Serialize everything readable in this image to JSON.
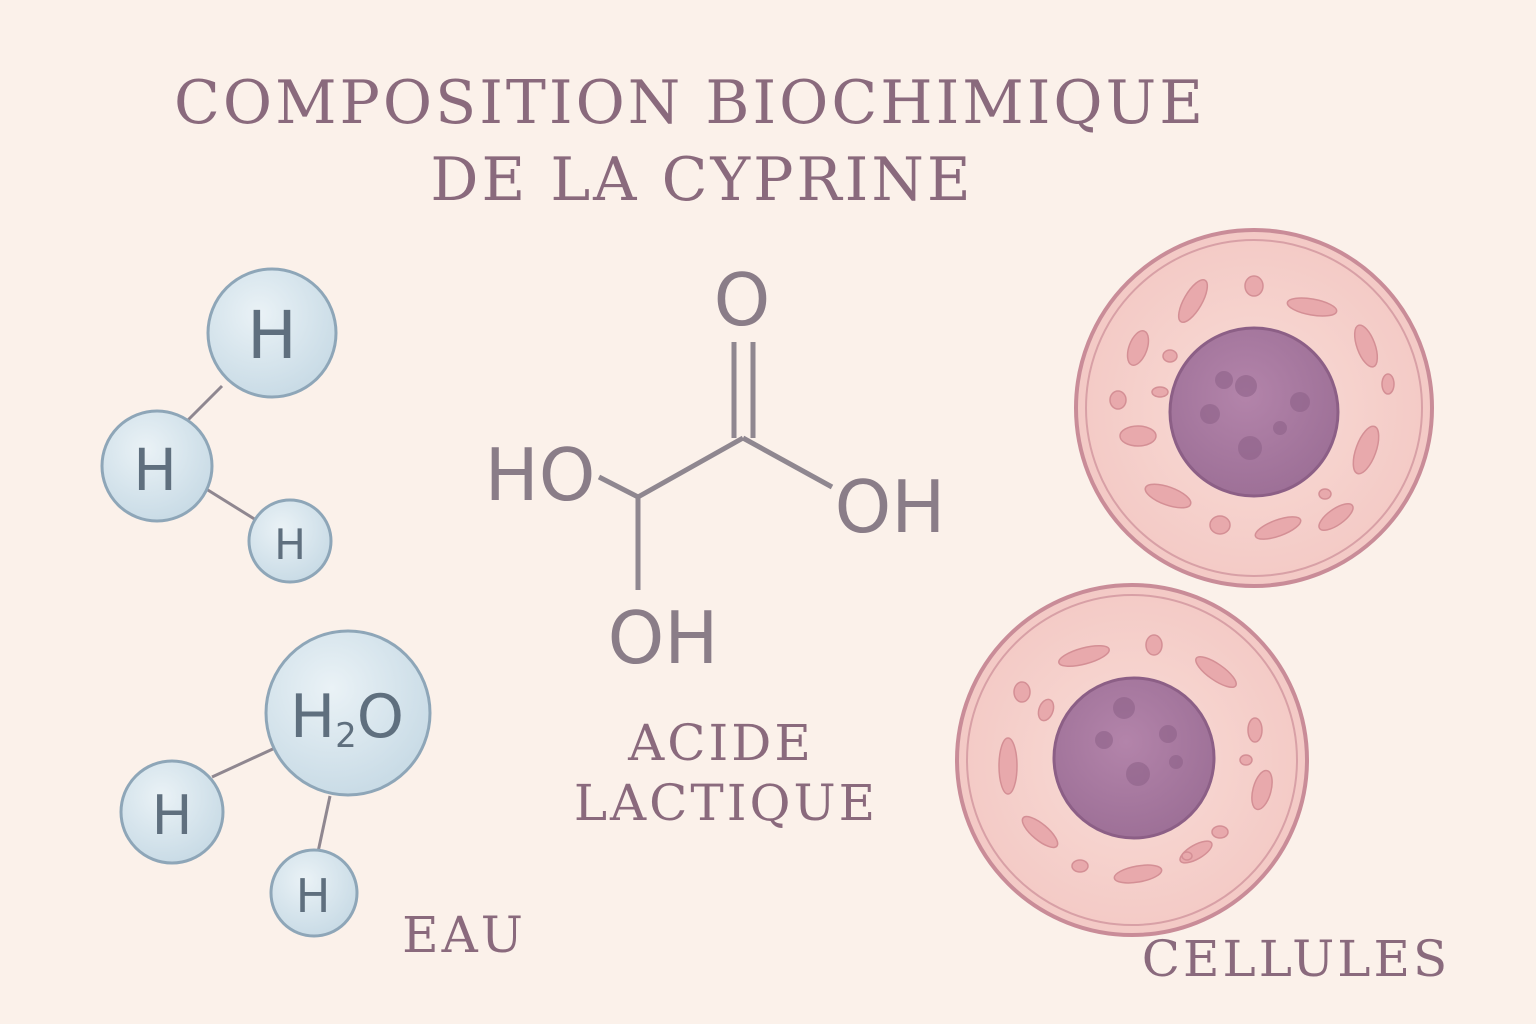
{
  "title": {
    "line1": "COMPOSITION BIOCHIMIQUE",
    "line2": "DE LA CYPRINE"
  },
  "hydrogen_cluster": {
    "atom_top": "H",
    "atom_middle": "H",
    "atom_bottom": "H"
  },
  "water": {
    "molecule_main": "H",
    "molecule_sub": "2",
    "molecule_tail": "O",
    "atom_left": "H",
    "atom_bottom": "H",
    "label": "EAU"
  },
  "lactic_acid": {
    "carbonyl_o": "O",
    "hydroxyl_left": "HO",
    "hydroxyl_right": "OH",
    "hydroxyl_bottom": "OH",
    "label_line1": "ACIDE",
    "label_line2": "LACTIQUE"
  },
  "cells": {
    "label": "CELLULES"
  },
  "colors": {
    "background": "#fbf1ea",
    "title_text": "#8a6a7d",
    "atom_fill": "#d5e4ec",
    "atom_stroke": "#8ea6b8",
    "atom_text": "#5f6f7e",
    "bond": "#8f8790",
    "formula_text": "#8a7d88",
    "cell_outer": "#f3cdc8",
    "cell_ring": "#c98c98",
    "nucleus": "#a8799f",
    "organelle": "#e8a9ac"
  }
}
